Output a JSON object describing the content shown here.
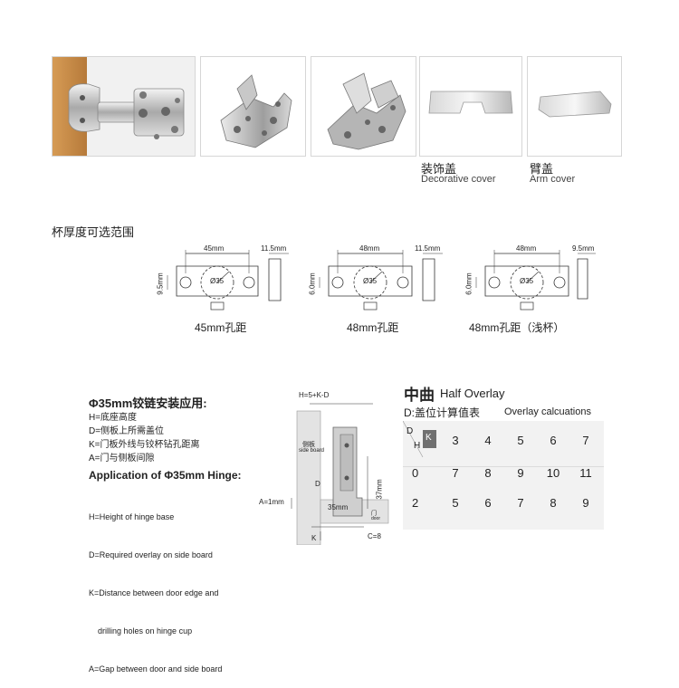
{
  "products": {
    "decorative_cover": {
      "cn": "装饰盖",
      "en": "Decorative cover"
    },
    "arm_cover": {
      "cn": "臂盖",
      "en": "Arm cover"
    }
  },
  "cup_section": {
    "title": "杯厚度可选范围",
    "drawings": [
      {
        "width_dim": "45mm",
        "side_dim": "11.5mm",
        "vert_dim": "9.5mm",
        "cup": "Ø35",
        "caption": "45mm孔距"
      },
      {
        "width_dim": "48mm",
        "side_dim": "11.5mm",
        "vert_dim": "6.0mm",
        "cup": "Ø35",
        "caption": "48mm孔距"
      },
      {
        "width_dim": "48mm",
        "side_dim": "9.5mm",
        "vert_dim": "6.0mm",
        "cup": "Ø35",
        "caption": "48mm孔距（浅杯）"
      }
    ]
  },
  "application": {
    "title_cn": "Φ35mm铰链安装应用:",
    "lines_cn": [
      "H=底座高度",
      "D=侧板上所需盖位",
      "K=门板外线与铰杯钻孔距离",
      "A=门与侧板间隙"
    ],
    "title_en": "Application of Φ35mm Hinge:",
    "lines_en": [
      "H=Height of hinge base",
      "D=Required overlay on side board",
      "K=Distance between door edge and",
      "    drilling holes on hinge cup",
      "A=Gap between door and side board"
    ]
  },
  "diagram": {
    "formula": "H=5+K-D",
    "side_board": "侧板",
    "side_board_en": "side board",
    "d": "D",
    "a": "A=1mm",
    "dim_35": "35mm",
    "dim_37": "37mm",
    "k": "K",
    "c": "C=8",
    "door": "门",
    "door_en": "door"
  },
  "overlay": {
    "title_cn": "中曲",
    "title_en": "Half Overlay",
    "subtitle_cn": "D:盖位计算值表",
    "subtitle_en": "Overlay calcuations",
    "corner_d": "D",
    "corner_h": "H",
    "corner_k": "K",
    "k_values": [
      "3",
      "4",
      "5",
      "6",
      "7"
    ],
    "rows": [
      {
        "h": "0",
        "values": [
          "7",
          "8",
          "9",
          "10",
          "11"
        ]
      },
      {
        "h": "2",
        "values": [
          "5",
          "6",
          "7",
          "8",
          "9"
        ]
      }
    ]
  }
}
